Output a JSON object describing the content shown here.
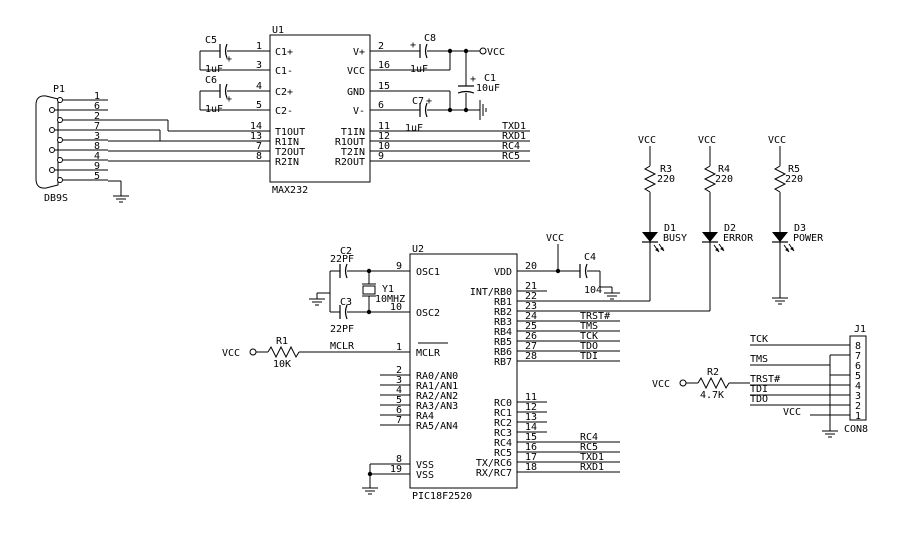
{
  "u1": {
    "ref": "U1",
    "part": "MAX232",
    "left": [
      {
        "num": "1",
        "label": "C1+"
      },
      {
        "num": "3",
        "label": "C1-"
      },
      {
        "num": "4",
        "label": "C2+"
      },
      {
        "num": "5",
        "label": "C2-"
      },
      {
        "num": "14",
        "label": "T1OUT"
      },
      {
        "num": "13",
        "label": "R1IN"
      },
      {
        "num": "7",
        "label": "T2OUT"
      },
      {
        "num": "8",
        "label": "R2IN"
      }
    ],
    "right": [
      {
        "num": "2",
        "label": "V+"
      },
      {
        "num": "16",
        "label": "VCC"
      },
      {
        "num": "15",
        "label": "GND"
      },
      {
        "num": "6",
        "label": "V-"
      },
      {
        "num": "11",
        "label": "T1IN"
      },
      {
        "num": "12",
        "label": "R1OUT"
      },
      {
        "num": "10",
        "label": "T2IN"
      },
      {
        "num": "9",
        "label": "R2OUT"
      }
    ],
    "right_nets": [
      "TXD1",
      "RXD1",
      "RC4",
      "RC5"
    ]
  },
  "p1": {
    "ref": "P1",
    "part": "DB9S",
    "pins": [
      "1",
      "6",
      "2",
      "7",
      "3",
      "8",
      "4",
      "9",
      "5"
    ]
  },
  "caps": {
    "c5": {
      "ref": "C5",
      "value": "1uF"
    },
    "c6": {
      "ref": "C6",
      "value": "1uF"
    },
    "c8": {
      "ref": "C8",
      "value": "1uF"
    },
    "c7": {
      "ref": "C7",
      "value": "1uF"
    },
    "c1": {
      "ref": "C1",
      "value": "10uF"
    },
    "c2": {
      "ref": "C2",
      "value": "22PF"
    },
    "c3": {
      "ref": "C3",
      "value": "22PF"
    },
    "c4": {
      "ref": "C4",
      "value": "104"
    },
    "plus": "+"
  },
  "vcc": "VCC",
  "vcc_top": "oVCC",
  "u2": {
    "ref": "U2",
    "part": "PIC18F2520",
    "left": [
      {
        "num": "9",
        "label": "OSC1"
      },
      {
        "num": "10",
        "label": "OSC2"
      },
      {
        "num": "1",
        "label": "MCLR"
      },
      {
        "num": "2",
        "label": "RA0/AN0"
      },
      {
        "num": "3",
        "label": "RA1/AN1"
      },
      {
        "num": "4",
        "label": "RA2/AN2"
      },
      {
        "num": "5",
        "label": "RA3/AN3"
      },
      {
        "num": "6",
        "label": "RA4"
      },
      {
        "num": "7",
        "label": "RA5/AN4"
      },
      {
        "num": "8",
        "label": "VSS"
      },
      {
        "num": "19",
        "label": "VSS"
      }
    ],
    "right": [
      {
        "num": "20",
        "label": "VDD"
      },
      {
        "num": "21",
        "label": "INT/RB0"
      },
      {
        "num": "22",
        "label": "RB1"
      },
      {
        "num": "23",
        "label": "RB2"
      },
      {
        "num": "24",
        "label": "RB3"
      },
      {
        "num": "25",
        "label": "RB4"
      },
      {
        "num": "26",
        "label": "RB5"
      },
      {
        "num": "27",
        "label": "RB6"
      },
      {
        "num": "28",
        "label": "RB7"
      },
      {
        "num": "11",
        "label": "RC0"
      },
      {
        "num": "12",
        "label": "RC1"
      },
      {
        "num": "13",
        "label": "RC2"
      },
      {
        "num": "14",
        "label": "RC3"
      },
      {
        "num": "15",
        "label": "RC4"
      },
      {
        "num": "16",
        "label": "RC5"
      },
      {
        "num": "17",
        "label": "TX/RC6"
      },
      {
        "num": "18",
        "label": "RX/RC7"
      }
    ],
    "right_nets": [
      "",
      "",
      "",
      "",
      "TRST#",
      "TMS",
      "TCK",
      "TDO",
      "TDI",
      "",
      "",
      "",
      "",
      "RC4",
      "RC5",
      "TXD1",
      "RXD1"
    ],
    "mclr_net": "MCLR"
  },
  "y1": {
    "ref": "Y1",
    "value": "10MHZ"
  },
  "r1": {
    "ref": "R1",
    "value": "10K"
  },
  "r2": {
    "ref": "R2",
    "value": "4.7K"
  },
  "leds": [
    {
      "rref": "R3",
      "rval": "220",
      "dref": "D1",
      "label": "BUSY"
    },
    {
      "rref": "R4",
      "rval": "220",
      "dref": "D2",
      "label": "ERROR"
    },
    {
      "rref": "R5",
      "rval": "220",
      "dref": "D3",
      "label": "POWER"
    }
  ],
  "j1": {
    "ref": "J1",
    "part": "CON8",
    "pins": [
      "8",
      "7",
      "6",
      "5",
      "4",
      "3",
      "2",
      "1"
    ],
    "nets": [
      "TCK",
      "TMS",
      "",
      "",
      "TRST#",
      "TDI",
      "TDO",
      "VCC"
    ]
  }
}
